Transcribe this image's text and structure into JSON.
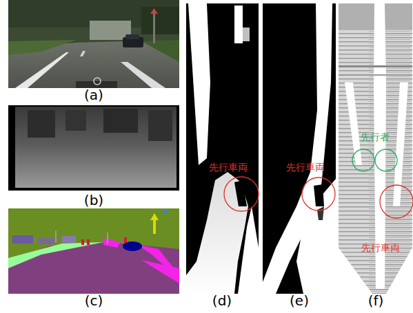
{
  "diagram": {
    "labels": [
      "(a)",
      "(b)",
      "(c)",
      "先行車両",
      "(d)",
      "先行車両",
      "(e)",
      "先行者",
      "先行車両",
      "(f)"
    ]
  }
}
